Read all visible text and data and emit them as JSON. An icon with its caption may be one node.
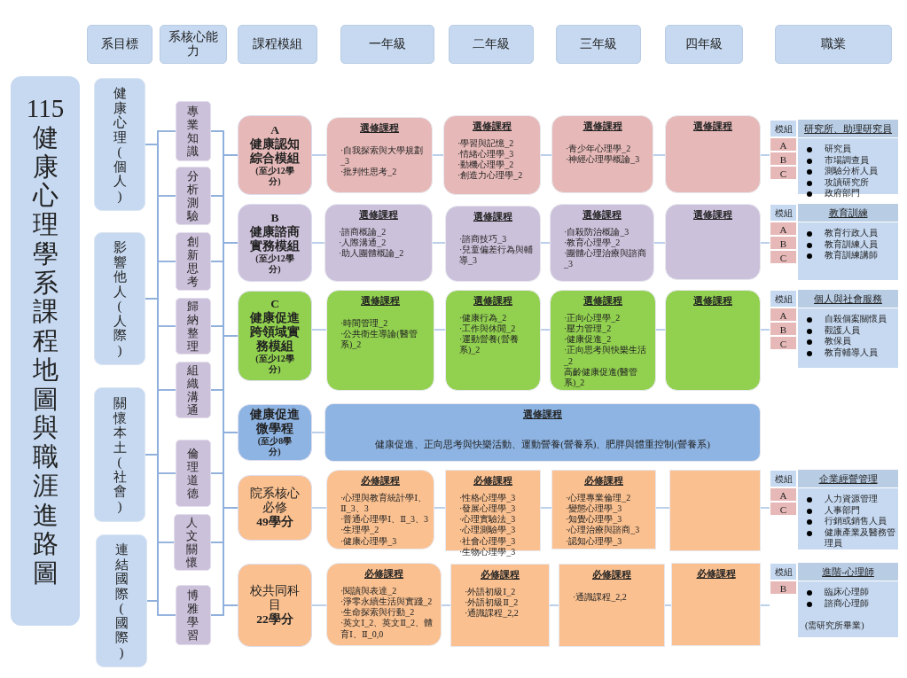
{
  "diagram": {
    "nodes": [
      {
        "text": [
          "115健康心理學系課程地圖與職涯進路圖"
        ]
      },
      {
        "text": [
          "系目標"
        ]
      },
      {
        "text": [
          "系核心能力"
        ]
      },
      {
        "text": [
          "課程模組"
        ]
      },
      {
        "text": [
          "一年級"
        ]
      },
      {
        "text": [
          "二年級"
        ]
      },
      {
        "text": [
          "三年級"
        ]
      },
      {
        "text": [
          "四年級"
        ]
      },
      {
        "text": [
          "職業"
        ]
      },
      {
        "text": [
          "健康心理(個人)"
        ]
      },
      {
        "text": [
          "影響他人(人際)"
        ]
      },
      {
        "text": [
          "關懷本土(社會)"
        ]
      },
      {
        "text": [
          "連結國際(國際)"
        ]
      },
      {
        "text": [
          "專業知識"
        ]
      },
      {
        "text": [
          "分析測驗"
        ]
      },
      {
        "text": [
          "創新思考"
        ]
      },
      {
        "text": [
          "歸納整理"
        ]
      },
      {
        "text": [
          "組織溝通"
        ]
      },
      {
        "text": [
          "倫理道德"
        ]
      },
      {
        "text": [
          "人文關懷"
        ]
      },
      {
        "text": [
          "博雅學習"
        ]
      },
      {
        "text": [
          "A",
          "健康認知綜合模組",
          "(至少12學分)"
        ]
      },
      {
        "text": [
          "B",
          "健康諮商實務模組",
          "(至少12學分)"
        ]
      },
      {
        "text": [
          "C",
          "健康促進跨領域實務模組",
          "(至少12學分)"
        ]
      },
      {
        "text": [
          "健康促進微學程",
          "(至少8學分)"
        ]
      },
      {
        "text": [
          "院系核心必修",
          "49學分"
        ]
      },
      {
        "text": [
          "校共同科目",
          "22學分"
        ]
      },
      {
        "text": [
          "選修課程",
          "·自我探索與大學規劃_3",
          "·批判性思考_2"
        ]
      },
      {
        "text": [
          "選修課程",
          "·學習與記憶_2",
          "·情緒心理學_3",
          "·動機心理學_2",
          "·創造力心理學_2"
        ]
      },
      {
        "text": [
          "選修課程",
          "·青少年心理學_2",
          "·神經心理學概論_3"
        ]
      },
      {
        "text": [
          "選修課程"
        ]
      },
      {
        "text": [
          "選修課程",
          "·諮商概論_2",
          "·人際溝通_2",
          "·助人團體概論_2"
        ]
      },
      {
        "text": [
          "選修課程",
          "·諮商技巧_3",
          "·兒童偏差行為與輔導_3"
        ]
      },
      {
        "text": [
          "選修課程",
          "·自殺防治概論_3",
          "·教育心理學_2",
          "·團體心理治療與諮商_3"
        ]
      },
      {
        "text": [
          "選修課程"
        ]
      },
      {
        "text": [
          "選修課程",
          "·時間管理_2",
          "·公共衛生導論(醫管系)_2"
        ]
      },
      {
        "text": [
          "選修課程",
          "·健康行為_2",
          "·工作與休閒_2",
          "·運動營養(營養系)_2"
        ]
      },
      {
        "text": [
          "選修課程",
          "·正向心理學_2",
          "·壓力管理_2",
          "·健康促進_2",
          "·正向思考與快樂生活_2",
          "高齡健康促進(醫管系)_2"
        ]
      },
      {
        "text": [
          "選修課程"
        ]
      },
      {
        "text": [
          "選修課程",
          "健康促進、正向思考與快樂活動、運動營養(營養系)、肥胖與體重控制(營養系)"
        ]
      },
      {
        "text": [
          "必修課程",
          "·心理與教育統計學Ⅰ、Ⅱ_3、3",
          "·普通心理學Ⅰ、Ⅱ_3、3",
          "·生理學_2",
          "·健康心理學_3"
        ]
      },
      {
        "text": [
          "必修課程",
          "·性格心理學_3",
          "·發展心理學_3",
          "·心理實驗法_3",
          "·心理測驗學_3",
          "·社會心理學_3",
          "·生物心理學_3"
        ]
      },
      {
        "text": [
          "必修課程",
          "·心理專業倫理_2",
          "·變態心理學_3",
          "·知覺心理學_3",
          "·心理治療與諮商_3",
          "·認知心理學_3"
        ]
      },
      {
        "text": [],
        "shape": "box"
      },
      {
        "text": [
          "必修課程",
          "·閱讀與表達_2",
          "·淨零永續生活與實踐_2",
          "·生命探索與行動_2",
          "·英文Ⅰ_2、英文Ⅱ_2、體育Ⅰ、Ⅱ_0,0"
        ]
      },
      {
        "text": [
          "必修課程",
          "·外語初級Ⅰ_2",
          "·外語初級Ⅱ_2",
          "·通識課程_2,2"
        ]
      },
      {
        "text": [
          "必修課程",
          "·通識課程_2,2"
        ]
      },
      {
        "text": [
          "必修課程"
        ]
      },
      {
        "text": [
          "研究所、助理研究員",
          "研究員",
          "市場調查員",
          "測驗分析人員",
          "攻讀研究所",
          "政府部門"
        ],
        "beside": [
          "模組",
          "A",
          "B",
          "C"
        ]
      },
      {
        "text": [
          "教育訓練",
          "教育行政人員",
          "教育訓練人員",
          "教育訓練講師"
        ],
        "beside": [
          "模組",
          "A",
          "B",
          "C"
        ]
      },
      {
        "text": [
          "個人與社會服務",
          "自殺個案關懷員",
          "觀護人員",
          "教保員",
          "教育輔導人員"
        ],
        "beside": [
          "模組",
          "A",
          "B",
          "C"
        ]
      },
      {
        "text": [
          "企業經營管理",
          "人力資源管理",
          "人事部門",
          "行銷或銷售人員",
          "健康產業及醫務管理員"
        ],
        "beside": [
          "模組",
          "A",
          "C"
        ]
      },
      {
        "text": [
          "進階-心理師",
          "臨床心理師",
          "諮商心理師"
        ],
        "beside": [
          "模組",
          "B"
        ]
      }
    ],
    "edges": [
      {
        "from": 9,
        "to": 13,
        "arrow": "none"
      },
      {
        "from": 9,
        "to": 14,
        "arrow": "none"
      },
      {
        "from": 9,
        "to": 15,
        "arrow": "none"
      },
      {
        "from": 9,
        "to": 16,
        "arrow": "none"
      },
      {
        "from": 9,
        "to": 17,
        "arrow": "none"
      },
      {
        "from": 9,
        "to": 18,
        "arrow": "none"
      },
      {
        "from": 9,
        "to": 19,
        "arrow": "none"
      },
      {
        "from": 9,
        "to": 20,
        "arrow": "none"
      },
      {
        "from": 10,
        "to": 13,
        "arrow": "none"
      },
      {
        "from": 10,
        "to": 14,
        "arrow": "none"
      },
      {
        "from": 10,
        "to": 15,
        "arrow": "none"
      },
      {
        "from": 10,
        "to": 16,
        "arrow": "none"
      },
      {
        "from": 10,
        "to": 17,
        "arrow": "none"
      },
      {
        "from": 10,
        "to": 18,
        "arrow": "none"
      },
      {
        "from": 10,
        "to": 19,
        "arrow": "none"
      },
      {
        "from": 10,
        "to": 20,
        "arrow": "none"
      },
      {
        "from": 11,
        "to": 13,
        "arrow": "none"
      },
      {
        "from": 11,
        "to": 14,
        "arrow": "none"
      },
      {
        "from": 11,
        "to": 15,
        "arrow": "none"
      },
      {
        "from": 11,
        "to": 16,
        "arrow": "none"
      },
      {
        "from": 11,
        "to": 17,
        "arrow": "none"
      },
      {
        "from": 11,
        "to": 18,
        "arrow": "none"
      },
      {
        "from": 11,
        "to": 19,
        "arrow": "none"
      },
      {
        "from": 11,
        "to": 20,
        "arrow": "none"
      },
      {
        "from": 12,
        "to": 13,
        "arrow": "none"
      },
      {
        "from": 12,
        "to": 14,
        "arrow": "none"
      },
      {
        "from": 12,
        "to": 15,
        "arrow": "none"
      },
      {
        "from": 12,
        "to": 16,
        "arrow": "none"
      },
      {
        "from": 12,
        "to": 17,
        "arrow": "none"
      },
      {
        "from": 12,
        "to": 18,
        "arrow": "none"
      },
      {
        "from": 12,
        "to": 19,
        "arrow": "none"
      },
      {
        "from": 12,
        "to": 20,
        "arrow": "none"
      },
      {
        "from": 13,
        "to": 21,
        "arrow": "none"
      },
      {
        "from": 13,
        "to": 22,
        "arrow": "none"
      },
      {
        "from": 13,
        "to": 23,
        "arrow": "none"
      },
      {
        "from": 13,
        "to": 24,
        "arrow": "none"
      },
      {
        "from": 13,
        "to": 25,
        "arrow": "none"
      },
      {
        "from": 13,
        "to": 26,
        "arrow": "none"
      },
      {
        "from": 14,
        "to": 21,
        "arrow": "none"
      },
      {
        "from": 14,
        "to": 22,
        "arrow": "none"
      },
      {
        "from": 14,
        "to": 23,
        "arrow": "none"
      },
      {
        "from": 14,
        "to": 24,
        "arrow": "none"
      },
      {
        "from": 14,
        "to": 25,
        "arrow": "none"
      },
      {
        "from": 14,
        "to": 26,
        "arrow": "none"
      },
      {
        "from": 15,
        "to": 21,
        "arrow": "none"
      },
      {
        "from": 15,
        "to": 22,
        "arrow": "none"
      },
      {
        "from": 15,
        "to": 23,
        "arrow": "none"
      },
      {
        "from": 15,
        "to": 24,
        "arrow": "none"
      },
      {
        "from": 15,
        "to": 25,
        "arrow": "none"
      },
      {
        "from": 15,
        "to": 26,
        "arrow": "none"
      },
      {
        "from": 16,
        "to": 21,
        "arrow": "none"
      },
      {
        "from": 16,
        "to": 22,
        "arrow": "none"
      },
      {
        "from": 16,
        "to": 23,
        "arrow": "none"
      },
      {
        "from": 16,
        "to": 24,
        "arrow": "none"
      },
      {
        "from": 16,
        "to": 25,
        "arrow": "none"
      },
      {
        "from": 16,
        "to": 26,
        "arrow": "none"
      },
      {
        "from": 17,
        "to": 21,
        "arrow": "none"
      },
      {
        "from": 17,
        "to": 22,
        "arrow": "none"
      },
      {
        "from": 17,
        "to": 23,
        "arrow": "none"
      },
      {
        "from": 17,
        "to": 24,
        "arrow": "none"
      },
      {
        "from": 17,
        "to": 25,
        "arrow": "none"
      },
      {
        "from": 17,
        "to": 26,
        "arrow": "none"
      },
      {
        "from": 18,
        "to": 21,
        "arrow": "none"
      },
      {
        "from": 18,
        "to": 22,
        "arrow": "none"
      },
      {
        "from": 18,
        "to": 23,
        "arrow": "none"
      },
      {
        "from": 18,
        "to": 24,
        "arrow": "none"
      },
      {
        "from": 18,
        "to": 25,
        "arrow": "none"
      },
      {
        "from": 18,
        "to": 26,
        "arrow": "none"
      },
      {
        "from": 19,
        "to": 21,
        "arrow": "none"
      },
      {
        "from": 19,
        "to": 22,
        "arrow": "none"
      },
      {
        "from": 19,
        "to": 23,
        "arrow": "none"
      },
      {
        "from": 19,
        "to": 24,
        "arrow": "none"
      },
      {
        "from": 19,
        "to": 25,
        "arrow": "none"
      },
      {
        "from": 19,
        "to": 26,
        "arrow": "none"
      },
      {
        "from": 20,
        "to": 21,
        "arrow": "none"
      },
      {
        "from": 20,
        "to": 22,
        "arrow": "none"
      },
      {
        "from": 20,
        "to": 23,
        "arrow": "none"
      },
      {
        "from": 20,
        "to": 24,
        "arrow": "none"
      },
      {
        "from": 20,
        "to": 25,
        "arrow": "none"
      },
      {
        "from": 20,
        "to": 26,
        "arrow": "none"
      },
      {
        "from": 21,
        "to": 27,
        "arrow": "none"
      },
      {
        "from": 27,
        "to": 28,
        "arrow": "none"
      },
      {
        "from": 28,
        "to": 29,
        "arrow": "none"
      },
      {
        "from": 29,
        "to": 30,
        "arrow": "none"
      },
      {
        "from": 30,
        "to": 48,
        "arrow": "none"
      },
      {
        "from": 22,
        "to": 31,
        "arrow": "none"
      },
      {
        "from": 31,
        "to": 32,
        "arrow": "none"
      },
      {
        "from": 32,
        "to": 33,
        "arrow": "none"
      },
      {
        "from": 33,
        "to": 34,
        "arrow": "none"
      },
      {
        "from": 34,
        "to": 49,
        "arrow": "none"
      },
      {
        "from": 23,
        "to": 35,
        "arrow": "none"
      },
      {
        "from": 35,
        "to": 36,
        "arrow": "none"
      },
      {
        "from": 36,
        "to": 37,
        "arrow": "none"
      },
      {
        "from": 37,
        "to": 38,
        "arrow": "none"
      },
      {
        "from": 38,
        "to": 50,
        "arrow": "none"
      },
      {
        "from": 24,
        "to": 39,
        "arrow": "none"
      },
      {
        "from": 25,
        "to": 40,
        "arrow": "none"
      },
      {
        "from": 40,
        "to": 41,
        "arrow": "none"
      },
      {
        "from": 41,
        "to": 42,
        "arrow": "none"
      },
      {
        "from": 42,
        "to": 43,
        "arrow": "none"
      },
      {
        "from": 43,
        "to": 51,
        "arrow": "none"
      },
      {
        "from": 26,
        "to": 44,
        "arrow": "none"
      },
      {
        "from": 44,
        "to": 45,
        "arrow": "none"
      },
      {
        "from": 45,
        "to": 46,
        "arrow": "none"
      },
      {
        "from": 46,
        "to": 47,
        "arrow": "none"
      },
      {
        "from": 47,
        "to": 52,
        "arrow": "none"
      }
    ],
    "labels": [
      "(需研究所畢業)"
    ]
  }
}
